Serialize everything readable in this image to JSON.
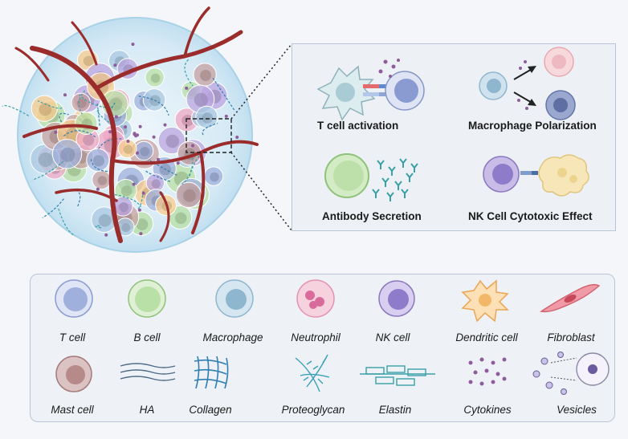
{
  "panel": {
    "t_cell_activation": "T cell activation",
    "macrophage_polarization": "Macrophage Polarization",
    "antibody_secretion": "Antibody Secretion",
    "nk_cytotoxic": "NK Cell Cytotoxic Effect"
  },
  "legend": {
    "t_cell": "T cell",
    "b_cell": "B cell",
    "macrophage": "Macrophage",
    "neutrophil": "Neutrophil",
    "nk_cell": "NK cell",
    "dendritic_cell": "Dendritic cell",
    "fibroblast": "Fibroblast",
    "mast_cell": "Mast cell",
    "ha": "HA",
    "collagen": "Collagen",
    "proteoglycan": "Proteoglycan",
    "elastin": "Elastin",
    "cytokines": "Cytokines",
    "vesicles": "Vesicles"
  },
  "colors": {
    "t_cell": "#9fb0dc",
    "b_cell": "#b9e0a6",
    "macrophage": "#a9c8e2",
    "neutrophil": "#eea8c4",
    "nk_cell": "#bba6e0",
    "dendritic_cell": "#f8cc8e",
    "fibroblast": "#ec8c9a",
    "mast_cell": "#c7a2a2",
    "vessel": "#9b2c2c",
    "collagen": "#2f7fb2",
    "elastin": "#3aa0a8",
    "cytokine": "#8e5c9c"
  }
}
